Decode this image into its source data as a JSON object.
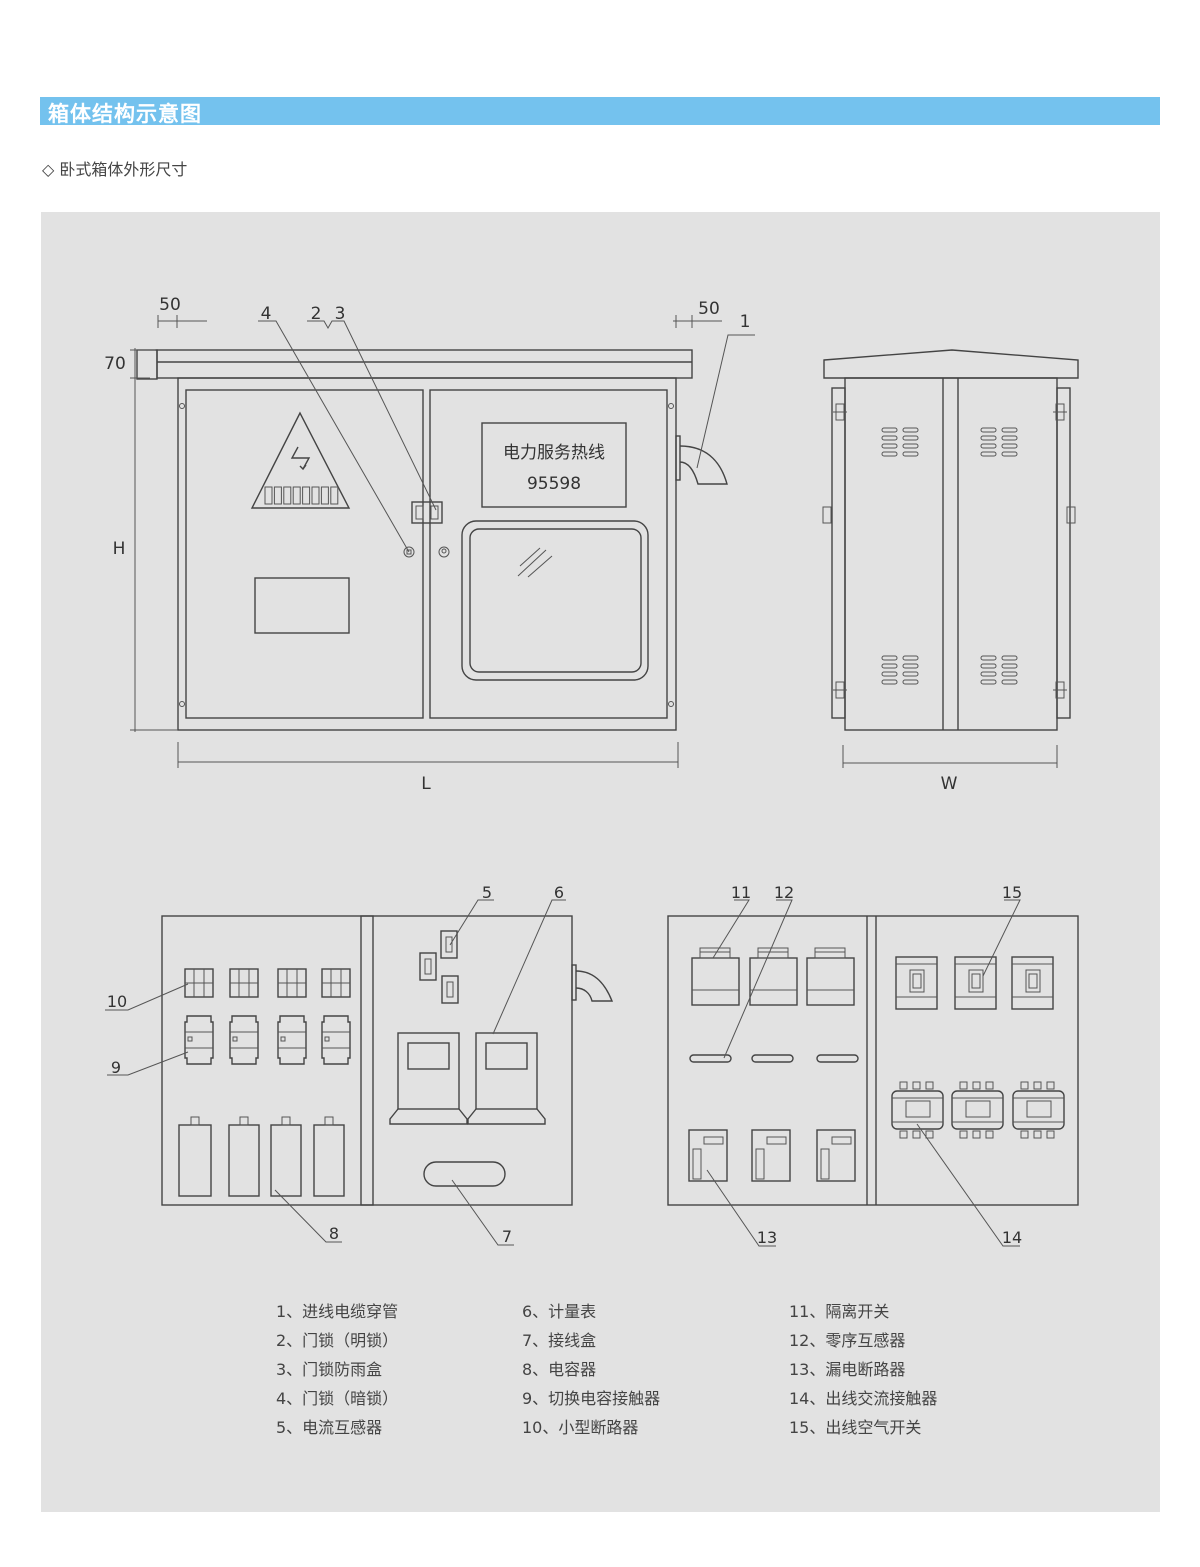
{
  "header": {
    "title": "箱体结构示意图",
    "subtitle_icon": "diamond-outline-icon",
    "subtitle": "卧式箱体外形尺寸"
  },
  "front_view": {
    "dim_roof_overhang_left": "50",
    "dim_roof_overhang_right": "50",
    "dim_roof_height": "70",
    "dim_height": "H",
    "dim_length": "L",
    "hotline_title": "电力服务热线",
    "hotline_number": "95598",
    "callouts": [
      "4",
      "2",
      "3",
      "1"
    ]
  },
  "side_view": {
    "dim_width": "W"
  },
  "left_interior": {
    "callouts": [
      "5",
      "6",
      "10",
      "9",
      "8",
      "7"
    ]
  },
  "right_interior": {
    "callouts": [
      "11",
      "12",
      "15",
      "13",
      "14"
    ]
  },
  "legend": [
    [
      "1、进线电缆穿管",
      "2、门锁（明锁）",
      "3、门锁防雨盒",
      "4、门锁（暗锁）",
      "5、电流互感器"
    ],
    [
      "6、计量表",
      "7、接线盒",
      "8、电容器",
      "9、切换电容接触器",
      "10、小型断路器"
    ],
    [
      "11、隔离开关",
      "12、零序互感器",
      "13、漏电断路器",
      "14、出线交流接触器",
      "15、出线空气开关"
    ]
  ],
  "colors": {
    "title_bar": "#74c2ee",
    "panel": "#e2e2e2",
    "line": "#444444"
  }
}
